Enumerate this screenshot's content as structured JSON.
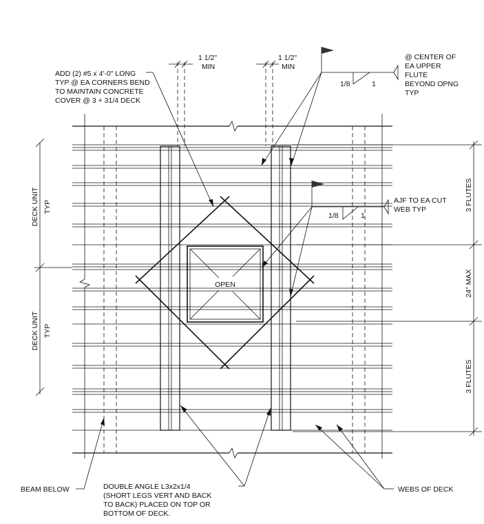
{
  "notes": {
    "rebar": [
      "ADD (2) #5 x 4'-0\" LONG",
      "TYP @ EA CORNERS BEND",
      "TO MAINTAIN CONCRETE",
      "COVER @ 3 + 31/4 DECK"
    ],
    "weld_top": [
      "@ CENTER OF",
      "EA UPPER",
      "FLUTE",
      "BEYOND OPNG",
      "TYP"
    ],
    "weld_mid": [
      "AJF TO EA CUT",
      "WEB TYP"
    ],
    "beam_below": "BEAM BELOW",
    "double_angle": [
      "DOUBLE ANGLE L3x2x1/4",
      "(SHORT LEGS VERT AND BACK",
      "TO BACK) PLACED ON TOP OR",
      "BOTTOM OF DECK."
    ],
    "webs": "WEBS OF DECK"
  },
  "dims": {
    "min_left": [
      "1 1/2\"",
      "MIN"
    ],
    "min_right": [
      "1 1/2\"",
      "MIN"
    ],
    "flutes_top": "3 FLUTES",
    "max_opening": "24\" MAX",
    "flutes_bottom": "3 FLUTES",
    "deck_unit_top": [
      "DECK UNIT",
      "TYP"
    ],
    "deck_unit_bottom": [
      "DECK UNIT",
      "TYP"
    ]
  },
  "weld": {
    "top_size": "1/8",
    "top_length": "1",
    "mid_size": "1/8",
    "mid_length": "1"
  },
  "opening_label": "OPEN"
}
